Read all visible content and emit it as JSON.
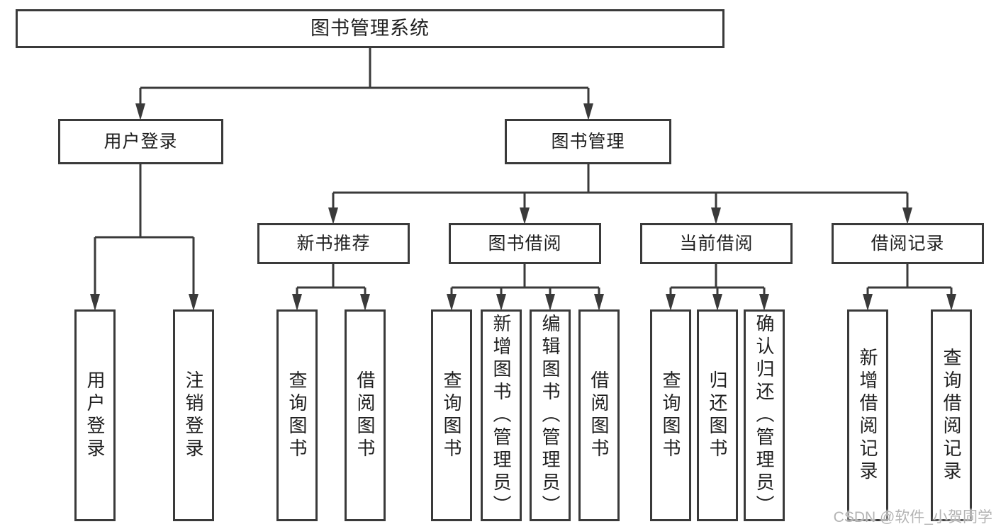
{
  "tree": {
    "root": {
      "label": "图书管理系统",
      "children": [
        {
          "label": "用户登录",
          "children": [
            {
              "label": "用户登录"
            },
            {
              "label": "注销登录"
            }
          ]
        },
        {
          "label": "图书管理",
          "children": [
            {
              "label": "新书推荐",
              "children": [
                {
                  "label": "查询图书"
                },
                {
                  "label": "借阅图书"
                }
              ]
            },
            {
              "label": "图书借阅",
              "children": [
                {
                  "label": "查询图书"
                },
                {
                  "label": "新增图书（管理员）"
                },
                {
                  "label": "编辑图书（管理员）"
                },
                {
                  "label": "借阅图书"
                }
              ]
            },
            {
              "label": "当前借阅",
              "children": [
                {
                  "label": "查询图书"
                },
                {
                  "label": "归还图书"
                },
                {
                  "label": "确认归还（管理员）"
                }
              ]
            },
            {
              "label": "借阅记录",
              "children": [
                {
                  "label": "新增借阅记录"
                },
                {
                  "label": "查询借阅记录"
                }
              ]
            }
          ]
        }
      ]
    }
  },
  "watermark": {
    "text": "CSDN @软件_小贺同学"
  },
  "colors": {
    "line": "#3a3a3a",
    "text": "#1f1f1f",
    "watermark": "#b4b4b4",
    "background": "#ffffff"
  }
}
